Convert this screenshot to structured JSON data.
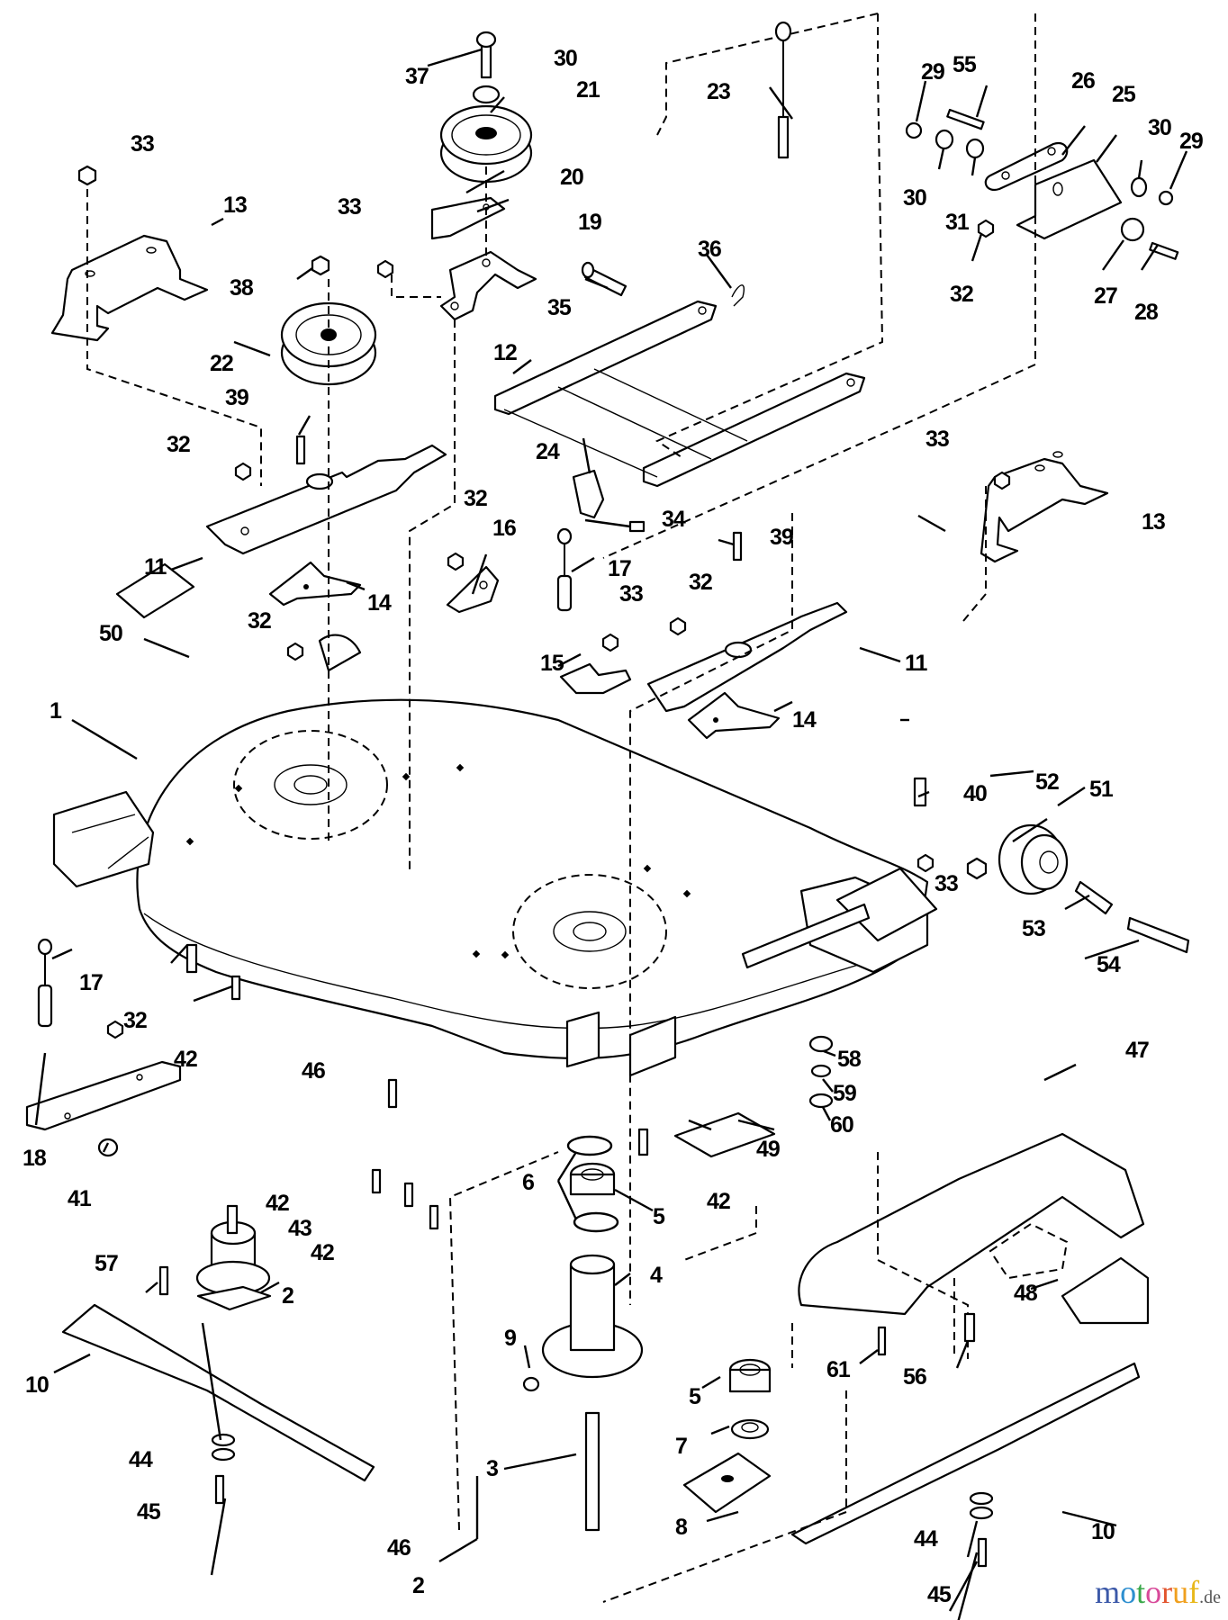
{
  "diagram": {
    "title": "Mower deck exploded parts view",
    "callouts": [
      {
        "id": "c1",
        "label": "1",
        "part": "deck-housing"
      },
      {
        "id": "c2a",
        "label": "2",
        "part": "spindle-assembly-left"
      },
      {
        "id": "c2b",
        "label": "2",
        "part": "spindle-assembly-group"
      },
      {
        "id": "c3",
        "label": "3",
        "part": "spindle-shaft"
      },
      {
        "id": "c4",
        "label": "4",
        "part": "spindle-housing"
      },
      {
        "id": "c5a",
        "label": "5",
        "part": "bearing-upper"
      },
      {
        "id": "c5b",
        "label": "5",
        "part": "bearing-lower"
      },
      {
        "id": "c6",
        "label": "6",
        "part": "retaining-rings"
      },
      {
        "id": "c7",
        "label": "7",
        "part": "spacer"
      },
      {
        "id": "c8",
        "label": "8",
        "part": "mount-block"
      },
      {
        "id": "c9",
        "label": "9",
        "part": "grease-fitting"
      },
      {
        "id": "c10a",
        "label": "10",
        "part": "blade-left"
      },
      {
        "id": "c10b",
        "label": "10",
        "part": "blade-right"
      },
      {
        "id": "c11a",
        "label": "11",
        "part": "stiffener-left"
      },
      {
        "id": "c11b",
        "label": "11",
        "part": "stiffener-right"
      },
      {
        "id": "c12",
        "label": "12",
        "part": "lift-frame"
      },
      {
        "id": "c13a",
        "label": "13",
        "part": "hanger-bracket-left"
      },
      {
        "id": "c13b",
        "label": "13",
        "part": "hanger-bracket-right"
      },
      {
        "id": "c14a",
        "label": "14",
        "part": "belt-guide-left"
      },
      {
        "id": "c14b",
        "label": "14",
        "part": "belt-guide-right"
      },
      {
        "id": "c15",
        "label": "15",
        "part": "cable-bracket"
      },
      {
        "id": "c16",
        "label": "16",
        "part": "pivot-bracket"
      },
      {
        "id": "c17a",
        "label": "17",
        "part": "spring-cable-center"
      },
      {
        "id": "c17b",
        "label": "17",
        "part": "spring-cable-left"
      },
      {
        "id": "c18",
        "label": "18",
        "part": "front-link"
      },
      {
        "id": "c19",
        "label": "19",
        "part": "idler-bracket"
      },
      {
        "id": "c20",
        "label": "20",
        "part": "idler-arm"
      },
      {
        "id": "c21",
        "label": "21",
        "part": "idler-pulley"
      },
      {
        "id": "c22",
        "label": "22",
        "part": "spindle-pulley"
      },
      {
        "id": "c23",
        "label": "23",
        "part": "lift-cable"
      },
      {
        "id": "c24",
        "label": "24",
        "part": "cable-clamp"
      },
      {
        "id": "c25",
        "label": "25",
        "part": "hitch-bracket"
      },
      {
        "id": "c26",
        "label": "26",
        "part": "hitch-link"
      },
      {
        "id": "c27",
        "label": "27",
        "part": "lock-nut"
      },
      {
        "id": "c28",
        "label": "28",
        "part": "bolt"
      },
      {
        "id": "c29a",
        "label": "29",
        "part": "nut"
      },
      {
        "id": "c29b",
        "label": "29",
        "part": "nut"
      },
      {
        "id": "c30a",
        "label": "30",
        "part": "washer-idler"
      },
      {
        "id": "c30b",
        "label": "30",
        "part": "washer"
      },
      {
        "id": "c30c",
        "label": "30",
        "part": "washer"
      },
      {
        "id": "c31",
        "label": "31",
        "part": "washer"
      },
      {
        "id": "c32a",
        "label": "32",
        "part": "nut"
      },
      {
        "id": "c32b",
        "label": "32",
        "part": "nut"
      },
      {
        "id": "c32c",
        "label": "32",
        "part": "nut"
      },
      {
        "id": "c32d",
        "label": "32",
        "part": "nut"
      },
      {
        "id": "c32e",
        "label": "32",
        "part": "nut"
      },
      {
        "id": "c32f",
        "label": "32",
        "part": "nut"
      },
      {
        "id": "c33a",
        "label": "33",
        "part": "nut"
      },
      {
        "id": "c33b",
        "label": "33",
        "part": "nut"
      },
      {
        "id": "c33c",
        "label": "33",
        "part": "nut"
      },
      {
        "id": "c33d",
        "label": "33",
        "part": "nut"
      },
      {
        "id": "c33e",
        "label": "33",
        "part": "nut"
      },
      {
        "id": "c34",
        "label": "34",
        "part": "carriage-bolt"
      },
      {
        "id": "c35",
        "label": "35",
        "part": "clevis-pin"
      },
      {
        "id": "c36",
        "label": "36",
        "part": "hairpin-clip"
      },
      {
        "id": "c37",
        "label": "37",
        "part": "bolt"
      },
      {
        "id": "c38",
        "label": "38",
        "part": "nut"
      },
      {
        "id": "c39a",
        "label": "39",
        "part": "bolt"
      },
      {
        "id": "c39b",
        "label": "39",
        "part": "bolt"
      },
      {
        "id": "c40",
        "label": "40",
        "part": "pin"
      },
      {
        "id": "c41",
        "label": "41",
        "part": "spacer"
      },
      {
        "id": "c42a",
        "label": "42",
        "part": "screw"
      },
      {
        "id": "c42b",
        "label": "42",
        "part": "screw"
      },
      {
        "id": "c42c",
        "label": "42",
        "part": "screw"
      },
      {
        "id": "c42d",
        "label": "42",
        "part": "screw"
      },
      {
        "id": "c43",
        "label": "43",
        "part": "screw"
      },
      {
        "id": "c44a",
        "label": "44",
        "part": "blade-washers-left"
      },
      {
        "id": "c44b",
        "label": "44",
        "part": "blade-washers-right"
      },
      {
        "id": "c45a",
        "label": "45",
        "part": "blade-bolt-left"
      },
      {
        "id": "c45b",
        "label": "45",
        "part": "blade-bolt-right"
      },
      {
        "id": "c46a",
        "label": "46",
        "part": "screw"
      },
      {
        "id": "c46b",
        "label": "46",
        "part": "spindle-group-ref"
      },
      {
        "id": "c47",
        "label": "47",
        "part": "discharge-chute"
      },
      {
        "id": "c48",
        "label": "48",
        "part": "chute-decal"
      },
      {
        "id": "c49",
        "label": "49",
        "part": "decal"
      },
      {
        "id": "c50",
        "label": "50",
        "part": "decal"
      },
      {
        "id": "c51",
        "label": "51",
        "part": "roller"
      },
      {
        "id": "c52",
        "label": "52",
        "part": "lock-nut"
      },
      {
        "id": "c53",
        "label": "53",
        "part": "roller-spacer"
      },
      {
        "id": "c54",
        "label": "54",
        "part": "roller-bolt"
      },
      {
        "id": "c55",
        "label": "55",
        "part": "bolt"
      },
      {
        "id": "c56",
        "label": "56",
        "part": "screw"
      },
      {
        "id": "c57",
        "label": "57",
        "part": "screw"
      },
      {
        "id": "c58",
        "label": "58",
        "part": "wing-nut"
      },
      {
        "id": "c59",
        "label": "59",
        "part": "lock-washer"
      },
      {
        "id": "c60",
        "label": "60",
        "part": "flat-washer"
      },
      {
        "id": "c61",
        "label": "61",
        "part": "screw"
      }
    ]
  },
  "watermark": {
    "letters": [
      {
        "char": "m",
        "color": "#3b58a8"
      },
      {
        "char": "o",
        "color": "#2e8fcf"
      },
      {
        "char": "t",
        "color": "#3aa84a"
      },
      {
        "char": "o",
        "color": "#d84a9a"
      },
      {
        "char": "r",
        "color": "#e2542e"
      },
      {
        "char": "u",
        "color": "#f0a01e"
      },
      {
        "char": "f",
        "color": "#e8b81a"
      }
    ],
    "suffix": ".de"
  }
}
